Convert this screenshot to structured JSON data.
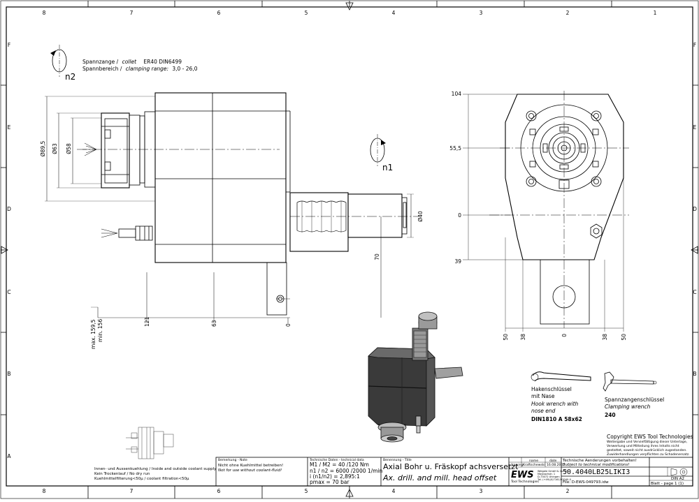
{
  "frame": {
    "col_numbers": [
      "8",
      "7",
      "6",
      "5",
      "4",
      "3",
      "2",
      "1"
    ],
    "row_letters": [
      "F",
      "E",
      "D",
      "C",
      "B",
      "A"
    ]
  },
  "header_note": {
    "line1_de": "Spannzange /",
    "line1_en": "collet",
    "line1_spec": "ER40    DIN6499",
    "line2_de": "Spannbereich /",
    "line2_en": "clamping range:",
    "line2_spec": "3,0 - 26,0"
  },
  "rotation_labels": {
    "n2": "n2",
    "n1": "n1"
  },
  "side_view": {
    "dims": {
      "d89": "Ø89,5",
      "d63": "Ø63",
      "d58": "Ø58",
      "d40": "Ø40",
      "h70": "70",
      "max": "max. 159,5",
      "min": "min. 156",
      "x121": "121",
      "x63": "63",
      "x0": "0"
    }
  },
  "front_view": {
    "dims_left": [
      "104",
      "55,5",
      "0",
      "39"
    ],
    "dims_bottom": [
      "50",
      "38",
      "0",
      "38",
      "50"
    ]
  },
  "wrenches": {
    "hook": {
      "de1": "Hakenschlüssel",
      "de2": "mit Nase",
      "en1": "Hook wrench with",
      "en2": "nose end",
      "spec": "DIN1810  A  58x62"
    },
    "collet": {
      "de": "Spannzangenschlüssel",
      "en": "Clamping wrench",
      "spec": "240"
    }
  },
  "copyright": {
    "line1": "Copyright EWS Tool Technologies",
    "line2": "Weitergabe und Vervielfältigung dieser Unterlage,",
    "line3": "Verwertung und Mitteilung ihres Inhalts nicht",
    "line4": "gestattet, soweit nicht ausdrücklich zugestanden.",
    "line5": "Zuwiderhandlungen verpflichten zu Schadenersatz."
  },
  "coolant_note": {
    "line1": "Innen- und Aussenkuehlung / Inside and outside coolant supply",
    "line2": "Kein Trockenlauf / No dry run",
    "line3": "Kuehlmittelfilterung<50μ / coolant filtration<50μ"
  },
  "title_block": {
    "remark_label": "Bemerkung - Note",
    "remark_de": "Nicht ohne Kuehlmittel betreiben!",
    "remark_en": "Not for use without coolant-fluid!",
    "tech_label": "Technische Daten - technical data",
    "tech_m": "M1 / M2 = 40 /120 Nm",
    "tech_n": "n1 / n2 = 6000 /2000  1/min",
    "tech_i": "i  (n1/n2) = 2,895:1",
    "tech_p": "pmax     = 70  bar",
    "name_label": "Benennung - Title",
    "name_de": "Axial Bohr u. Fräskopf achsversetzt",
    "name_en": "Ax. drill. and mill. head offset",
    "col_name": "name",
    "col_date": "date",
    "row_drawing": "drawing",
    "drawn_by": "Kraftschewski",
    "drawn_date": "16.08.2007",
    "logo": "EWS",
    "logo_sub": "Tool Technologies",
    "company_lines": [
      "Weigele GmbH & Co. KG",
      "Maybachstr. 1",
      "D-73072 Uhingen",
      "Tel. (+49)(0)7161/93040-0"
    ],
    "mods_de": "Technische Aenderungen vorbehalten!",
    "mods_en": "Subject to technical modifications!",
    "part_number": "50.4040LB25LIKI3",
    "file": "File: D-EWS-049793.idw",
    "din": "DIN A2",
    "sheet": "Blatt - page  1 (1)"
  }
}
